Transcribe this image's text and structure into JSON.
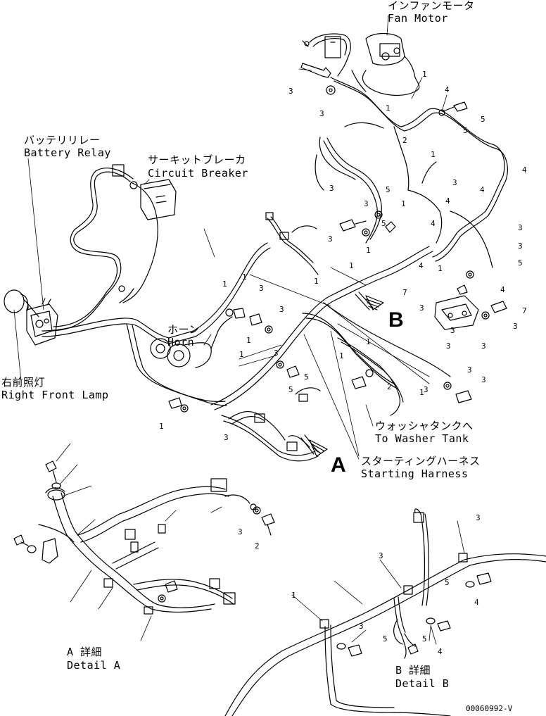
{
  "labels": {
    "fan_motor_jp": "インファンモータ",
    "fan_motor_en": "Fan Motor",
    "battery_relay_jp": "バッテリリレー",
    "battery_relay_en": "Battery Relay",
    "circuit_breaker_jp": "サーキットブレーカ",
    "circuit_breaker_en": "Circuit Breaker",
    "horn_jp": "ホーン",
    "horn_en": "Horn",
    "right_front_lamp_jp": "右前照灯",
    "right_front_lamp_en": "Right Front Lamp",
    "washer_tank_jp": "ウォッシャタンクへ",
    "washer_tank_en": "To Washer Tank",
    "starting_harness_jp": "スターティングハーネス",
    "starting_harness_en": "Starting Harness",
    "detail_a_jp": "A 詳細",
    "detail_a_en": "Detail A",
    "detail_b_jp": "B 詳細",
    "detail_b_en": "Detail B"
  },
  "view_markers": {
    "a": "A",
    "b": "B"
  },
  "drawing_code": "00060992-V",
  "callouts": [
    "1",
    "2",
    "3",
    "4",
    "5",
    "7",
    "1",
    "3",
    "5",
    "3",
    "1",
    "4",
    "3",
    "4",
    "5",
    "3",
    "4",
    "4",
    "3",
    "1",
    "5",
    "1",
    "3",
    "1",
    "4",
    "3",
    "5",
    "4",
    "3",
    "7",
    "3",
    "3",
    "3",
    "3",
    "1",
    "1",
    "1",
    "1",
    "3",
    "3",
    "1",
    "1",
    "3",
    "1",
    "1",
    "2",
    "3",
    "1",
    "5",
    "3",
    "1",
    "3",
    "3",
    "3",
    "2",
    "3",
    "4",
    "3",
    "5",
    "1",
    "5",
    "5",
    "5",
    "4",
    "3"
  ]
}
